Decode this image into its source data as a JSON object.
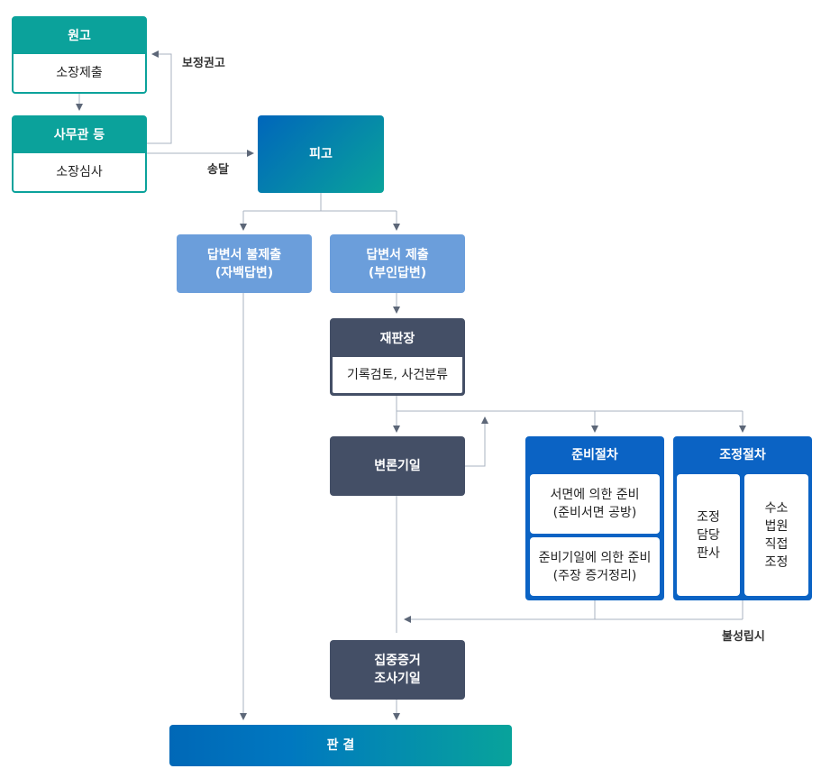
{
  "plaintiff": {
    "title": "원고",
    "sub": "소장제출"
  },
  "clerk": {
    "title": "사무관 등",
    "sub": "소장심사"
  },
  "defendant": {
    "title": "피고"
  },
  "no_answer": {
    "line1": "답변서 불제출",
    "line2": "(자백답변)"
  },
  "answer": {
    "line1": "답변서 제출",
    "line2": "(부인답변)"
  },
  "judge": {
    "title": "재판장",
    "sub": "기록검토, 사건분류"
  },
  "hearing": {
    "title": "변론기일"
  },
  "preparation": {
    "title": "준비절차",
    "item1_line1": "서면에 의한 준비",
    "item1_line2": "(준비서면 공방)",
    "item2_line1": "준비기일에 의한 준비",
    "item2_line2": "(주장 증거정리)"
  },
  "mediation": {
    "title": "조정절차",
    "left": [
      "조정",
      "담당",
      "판사"
    ],
    "right": [
      "수소",
      "법원",
      "직접",
      "조정"
    ]
  },
  "evidence": {
    "line1": "집중증거",
    "line2": "조사기일"
  },
  "verdict": {
    "title": "판 결"
  },
  "labels": {
    "correction": "보정권고",
    "delivery": "송달",
    "failed": "불성립시"
  },
  "colors": {
    "teal": "#0ba29b",
    "dark": "#444f66",
    "blue": "#0b63c4",
    "light_blue": "#6b9edb",
    "line": "#aab3c0",
    "arrow": "#5d6778"
  }
}
